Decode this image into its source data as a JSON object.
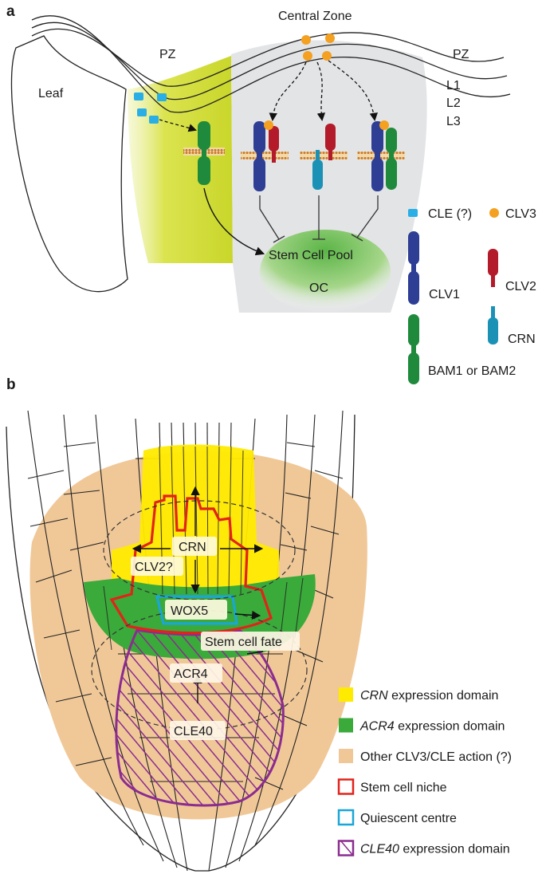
{
  "panel_a": {
    "letter": "a",
    "labels": {
      "central_zone": "Central Zone",
      "pz_left": "PZ",
      "pz_right": "PZ",
      "leaf": "Leaf",
      "l1": "L1",
      "l2": "L2",
      "l3": "L3",
      "stem_cell_pool": "Stem Cell Pool",
      "oc": "OC"
    },
    "legend": {
      "cle": "CLE (?)",
      "clv3": "CLV3",
      "clv1": "CLV1",
      "clv2": "CLV2",
      "crn": "CRN",
      "bam": "BAM1 or BAM2"
    },
    "colors": {
      "cle": "#29aee6",
      "clv3": "#f4a020",
      "clv1": "#2d3e94",
      "clv2": "#b31b2a",
      "crn": "#1b92b5",
      "bam": "#1f8a3c",
      "peripheral_zone": "#d6e04a",
      "central_zone": "#e4e5e7",
      "organizing_centre": "#8cc63f"
    }
  },
  "panel_b": {
    "letter": "b",
    "labels": {
      "crn": "CRN",
      "clv2": "CLV2?",
      "wox5": "WOX5",
      "stem_cell_fate": "Stem cell fate",
      "acr4": "ACR4",
      "cle40": "CLE40"
    },
    "legend": [
      {
        "italic": "CRN",
        "text": " expression domain",
        "kind": "fill",
        "color": "#ffeb00"
      },
      {
        "italic": "ACR4",
        "text": " expression domain",
        "kind": "fill",
        "color": "#3aaa3a"
      },
      {
        "italic": "",
        "text": "Other CLV3/CLE action (?)",
        "kind": "fill",
        "color": "#f0c898"
      },
      {
        "italic": "",
        "text": "Stem cell niche",
        "kind": "outline",
        "color": "#e2231a"
      },
      {
        "italic": "",
        "text": "Quiescent centre",
        "kind": "outline",
        "color": "#1aa6d6"
      },
      {
        "italic": "CLE40",
        "text": " expression domain",
        "kind": "hatch",
        "color": "#8b2c8f"
      }
    ]
  }
}
